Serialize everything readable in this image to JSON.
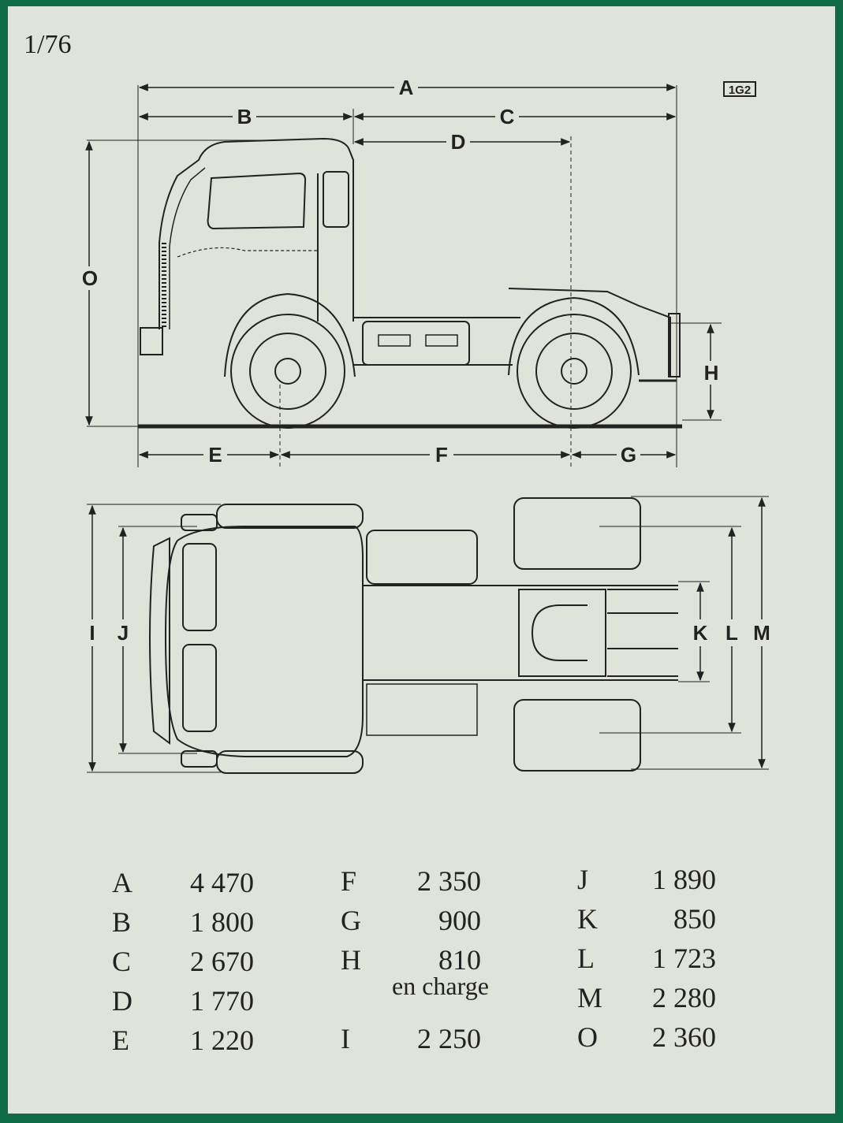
{
  "scale": "1/76",
  "reference": "1G2",
  "diagram_labels": {
    "a": "A",
    "b": "B",
    "c": "C",
    "d": "D",
    "e": "E",
    "f": "F",
    "g": "G",
    "h": "H",
    "o": "O",
    "i": "I",
    "j": "J",
    "k": "K",
    "l": "L",
    "m": "M"
  },
  "dimensions": {
    "col1": [
      {
        "letter": "A",
        "value": "4 470"
      },
      {
        "letter": "B",
        "value": "1 800"
      },
      {
        "letter": "C",
        "value": "2 670"
      },
      {
        "letter": "D",
        "value": "1 770"
      },
      {
        "letter": "E",
        "value": "1 220"
      }
    ],
    "col2": [
      {
        "letter": "F",
        "value": "2 350"
      },
      {
        "letter": "G",
        "value": "900"
      },
      {
        "letter": "H",
        "value": "810"
      },
      {
        "letter": "I",
        "value": "2 250"
      }
    ],
    "h_note": "en charge",
    "col3": [
      {
        "letter": "J",
        "value": "1 890"
      },
      {
        "letter": "K",
        "value": "850"
      },
      {
        "letter": "L",
        "value": "1 723"
      },
      {
        "letter": "M",
        "value": "2 280"
      },
      {
        "letter": "O",
        "value": "2 360"
      }
    ]
  }
}
